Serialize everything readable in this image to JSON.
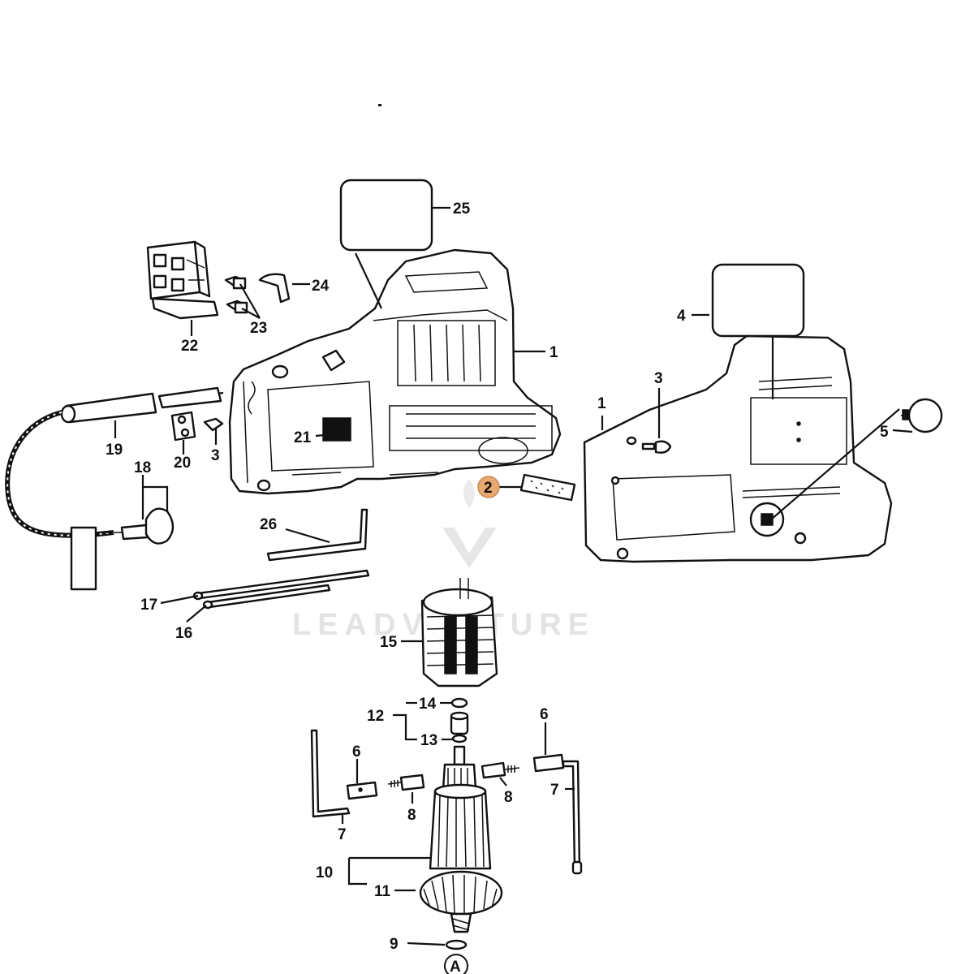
{
  "diagram": {
    "watermark": "LEADVENTURE",
    "highlight": {
      "part": "2",
      "color": "#E8A870"
    },
    "callouts": {
      "c1a": "1",
      "c1b": "1",
      "c2": "2",
      "c3a": "3",
      "c3b": "3",
      "c4": "4",
      "c5": "5",
      "c6a": "6",
      "c6b": "6",
      "c7a": "7",
      "c7b": "7",
      "c8a": "8",
      "c8b": "8",
      "c9": "9",
      "c10": "10",
      "c11": "11",
      "c12": "12",
      "c13": "13",
      "c14": "14",
      "c15": "15",
      "c16": "16",
      "c17": "17",
      "c18": "18",
      "c19": "19",
      "c20": "20",
      "c21": "21",
      "c22": "22",
      "c23": "23",
      "c24": "24",
      "c25": "25",
      "c26": "26",
      "ref_a": "A"
    }
  }
}
